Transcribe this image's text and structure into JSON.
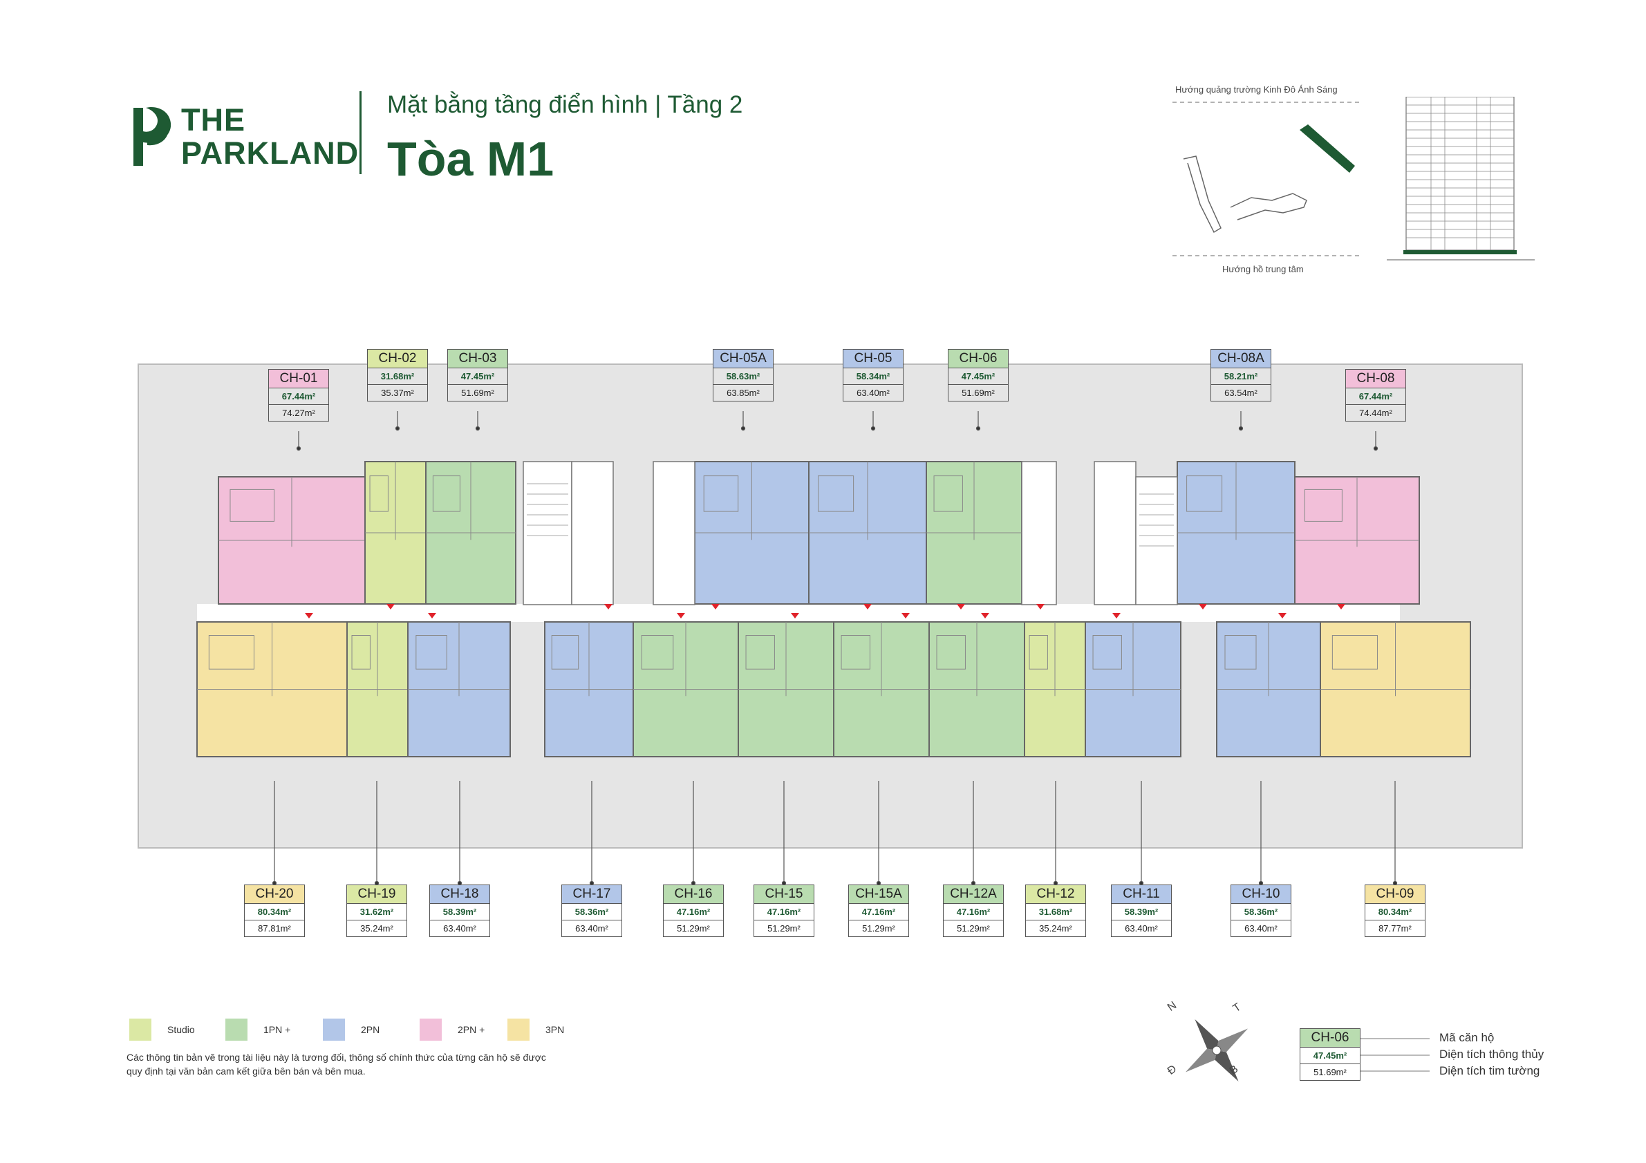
{
  "header": {
    "brand_line1": "THE",
    "brand_line2": "PARKLAND",
    "subtitle": "Mặt bằng tầng điển hình | Tầng 2",
    "title": "Tòa M1"
  },
  "site": {
    "top_direction": "Hướng quảng trường Kinh Đô Ánh Sáng",
    "bottom_direction": "Hướng hồ trung tâm"
  },
  "colors": {
    "studio": "#dbe8a4",
    "1pn": "#b9dcb0",
    "2pn": "#b2c6e8",
    "2pn_plus": "#f2bfd9",
    "3pn": "#f5e3a3",
    "brand": "#1e5a33",
    "corridor_marker": "#e0232b",
    "site_bg": "#e5e5e5"
  },
  "units_top": [
    {
      "code": "CH-01",
      "net": "67.44m²",
      "gross": "74.27m²",
      "type": "2pn_plus"
    },
    {
      "code": "CH-02",
      "net": "31.68m²",
      "gross": "35.37m²",
      "type": "studio"
    },
    {
      "code": "CH-03",
      "net": "47.45m²",
      "gross": "51.69m²",
      "type": "1pn"
    },
    {
      "code": "CH-05A",
      "net": "58.63m²",
      "gross": "63.85m²",
      "type": "2pn"
    },
    {
      "code": "CH-05",
      "net": "58.34m²",
      "gross": "63.40m²",
      "type": "2pn"
    },
    {
      "code": "CH-06",
      "net": "47.45m²",
      "gross": "51.69m²",
      "type": "1pn"
    },
    {
      "code": "CH-08A",
      "net": "58.21m²",
      "gross": "63.54m²",
      "type": "2pn"
    },
    {
      "code": "CH-08",
      "net": "67.44m²",
      "gross": "74.44m²",
      "type": "2pn_plus"
    }
  ],
  "units_bottom": [
    {
      "code": "CH-20",
      "net": "80.34m²",
      "gross": "87.81m²",
      "type": "3pn"
    },
    {
      "code": "CH-19",
      "net": "31.62m²",
      "gross": "35.24m²",
      "type": "studio"
    },
    {
      "code": "CH-18",
      "net": "58.39m²",
      "gross": "63.40m²",
      "type": "2pn"
    },
    {
      "code": "CH-17",
      "net": "58.36m²",
      "gross": "63.40m²",
      "type": "2pn"
    },
    {
      "code": "CH-16",
      "net": "47.16m²",
      "gross": "51.29m²",
      "type": "1pn"
    },
    {
      "code": "CH-15",
      "net": "47.16m²",
      "gross": "51.29m²",
      "type": "1pn"
    },
    {
      "code": "CH-15A",
      "net": "47.16m²",
      "gross": "51.29m²",
      "type": "1pn"
    },
    {
      "code": "CH-12A",
      "net": "47.16m²",
      "gross": "51.29m²",
      "type": "1pn"
    },
    {
      "code": "CH-12",
      "net": "31.68m²",
      "gross": "35.24m²",
      "type": "studio"
    },
    {
      "code": "CH-11",
      "net": "58.39m²",
      "gross": "63.40m²",
      "type": "2pn"
    },
    {
      "code": "CH-10",
      "net": "58.36m²",
      "gross": "63.40m²",
      "type": "2pn"
    },
    {
      "code": "CH-09",
      "net": "80.34m²",
      "gross": "87.77m²",
      "type": "3pn"
    }
  ],
  "legend": [
    {
      "label": "Studio",
      "type": "studio"
    },
    {
      "label": "1PN +",
      "type": "1pn"
    },
    {
      "label": "2PN",
      "type": "2pn"
    },
    {
      "label": "2PN +",
      "type": "2pn_plus"
    },
    {
      "label": "3PN",
      "type": "3pn"
    }
  ],
  "disclaimer": "Các thông tin bản vẽ trong tài liệu này là tương đối, thông số chính thức của từng căn hộ sẽ được quy định tại văn bản cam kết giữa bên bán và bên mua.",
  "compass": {
    "n": "N",
    "t": "T",
    "b": "B",
    "d": "Đ"
  },
  "key": {
    "code": "CH-06",
    "net": "47.45m²",
    "gross": "51.69m²",
    "code_desc": "Mã căn hộ",
    "net_desc": "Diện tích thông thủy",
    "gross_desc": "Diện tích tim tường"
  }
}
